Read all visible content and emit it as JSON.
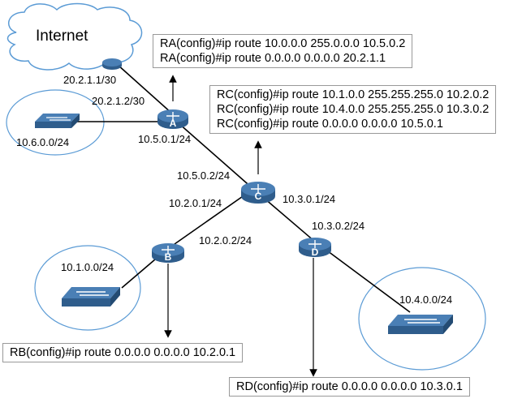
{
  "internet": {
    "label": "Internet"
  },
  "routers": {
    "a": {
      "name": "A"
    },
    "b": {
      "name": "B"
    },
    "c": {
      "name": "C"
    },
    "d": {
      "name": "D"
    }
  },
  "networks": {
    "lan_a": "10.6.0.0/24",
    "lan_b": "10.1.0.0/24",
    "lan_d": "10.4.0.0/24"
  },
  "interfaces": {
    "isp": "20.2.1.1/30",
    "a_wan": "20.2.1.2/30",
    "a_c": "10.5.0.1/24",
    "c_a": "10.5.0.2/24",
    "c_b": "10.2.0.1/24",
    "b_c": "10.2.0.2/24",
    "c_d": "10.3.0.1/24",
    "d_c": "10.3.0.2/24"
  },
  "commands": {
    "ra": [
      "RA(config)#ip route 10.0.0.0 255.0.0.0 10.5.0.2",
      "RA(config)#ip route 0.0.0.0 0.0.0.0 20.2.1.1"
    ],
    "rc": [
      "RC(config)#ip route 10.1.0.0 255.255.255.0 10.2.0.2",
      "RC(config)#ip route 10.4.0.0 255.255.255.0 10.3.0.2",
      "RC(config)#ip route 0.0.0.0 0.0.0.0 10.5.0.1"
    ],
    "rb": [
      "RB(config)#ip route 0.0.0.0 0.0.0.0 10.2.0.1"
    ],
    "rd": [
      "RD(config)#ip route 0.0.0.0 0.0.0.0 10.3.0.1"
    ]
  },
  "colors": {
    "router_body": "#2f5d8c",
    "router_top": "#4a7fb5",
    "switch_body": "#3a6ea5",
    "link": "#000000",
    "lan_circle": "#5b9bd5",
    "cloud_stroke": "#5b9bd5",
    "box_border": "#999999"
  },
  "icons": {
    "router": "router-icon",
    "switch": "switch-icon",
    "cloud": "cloud-icon",
    "arrow": "arrow-icon"
  }
}
